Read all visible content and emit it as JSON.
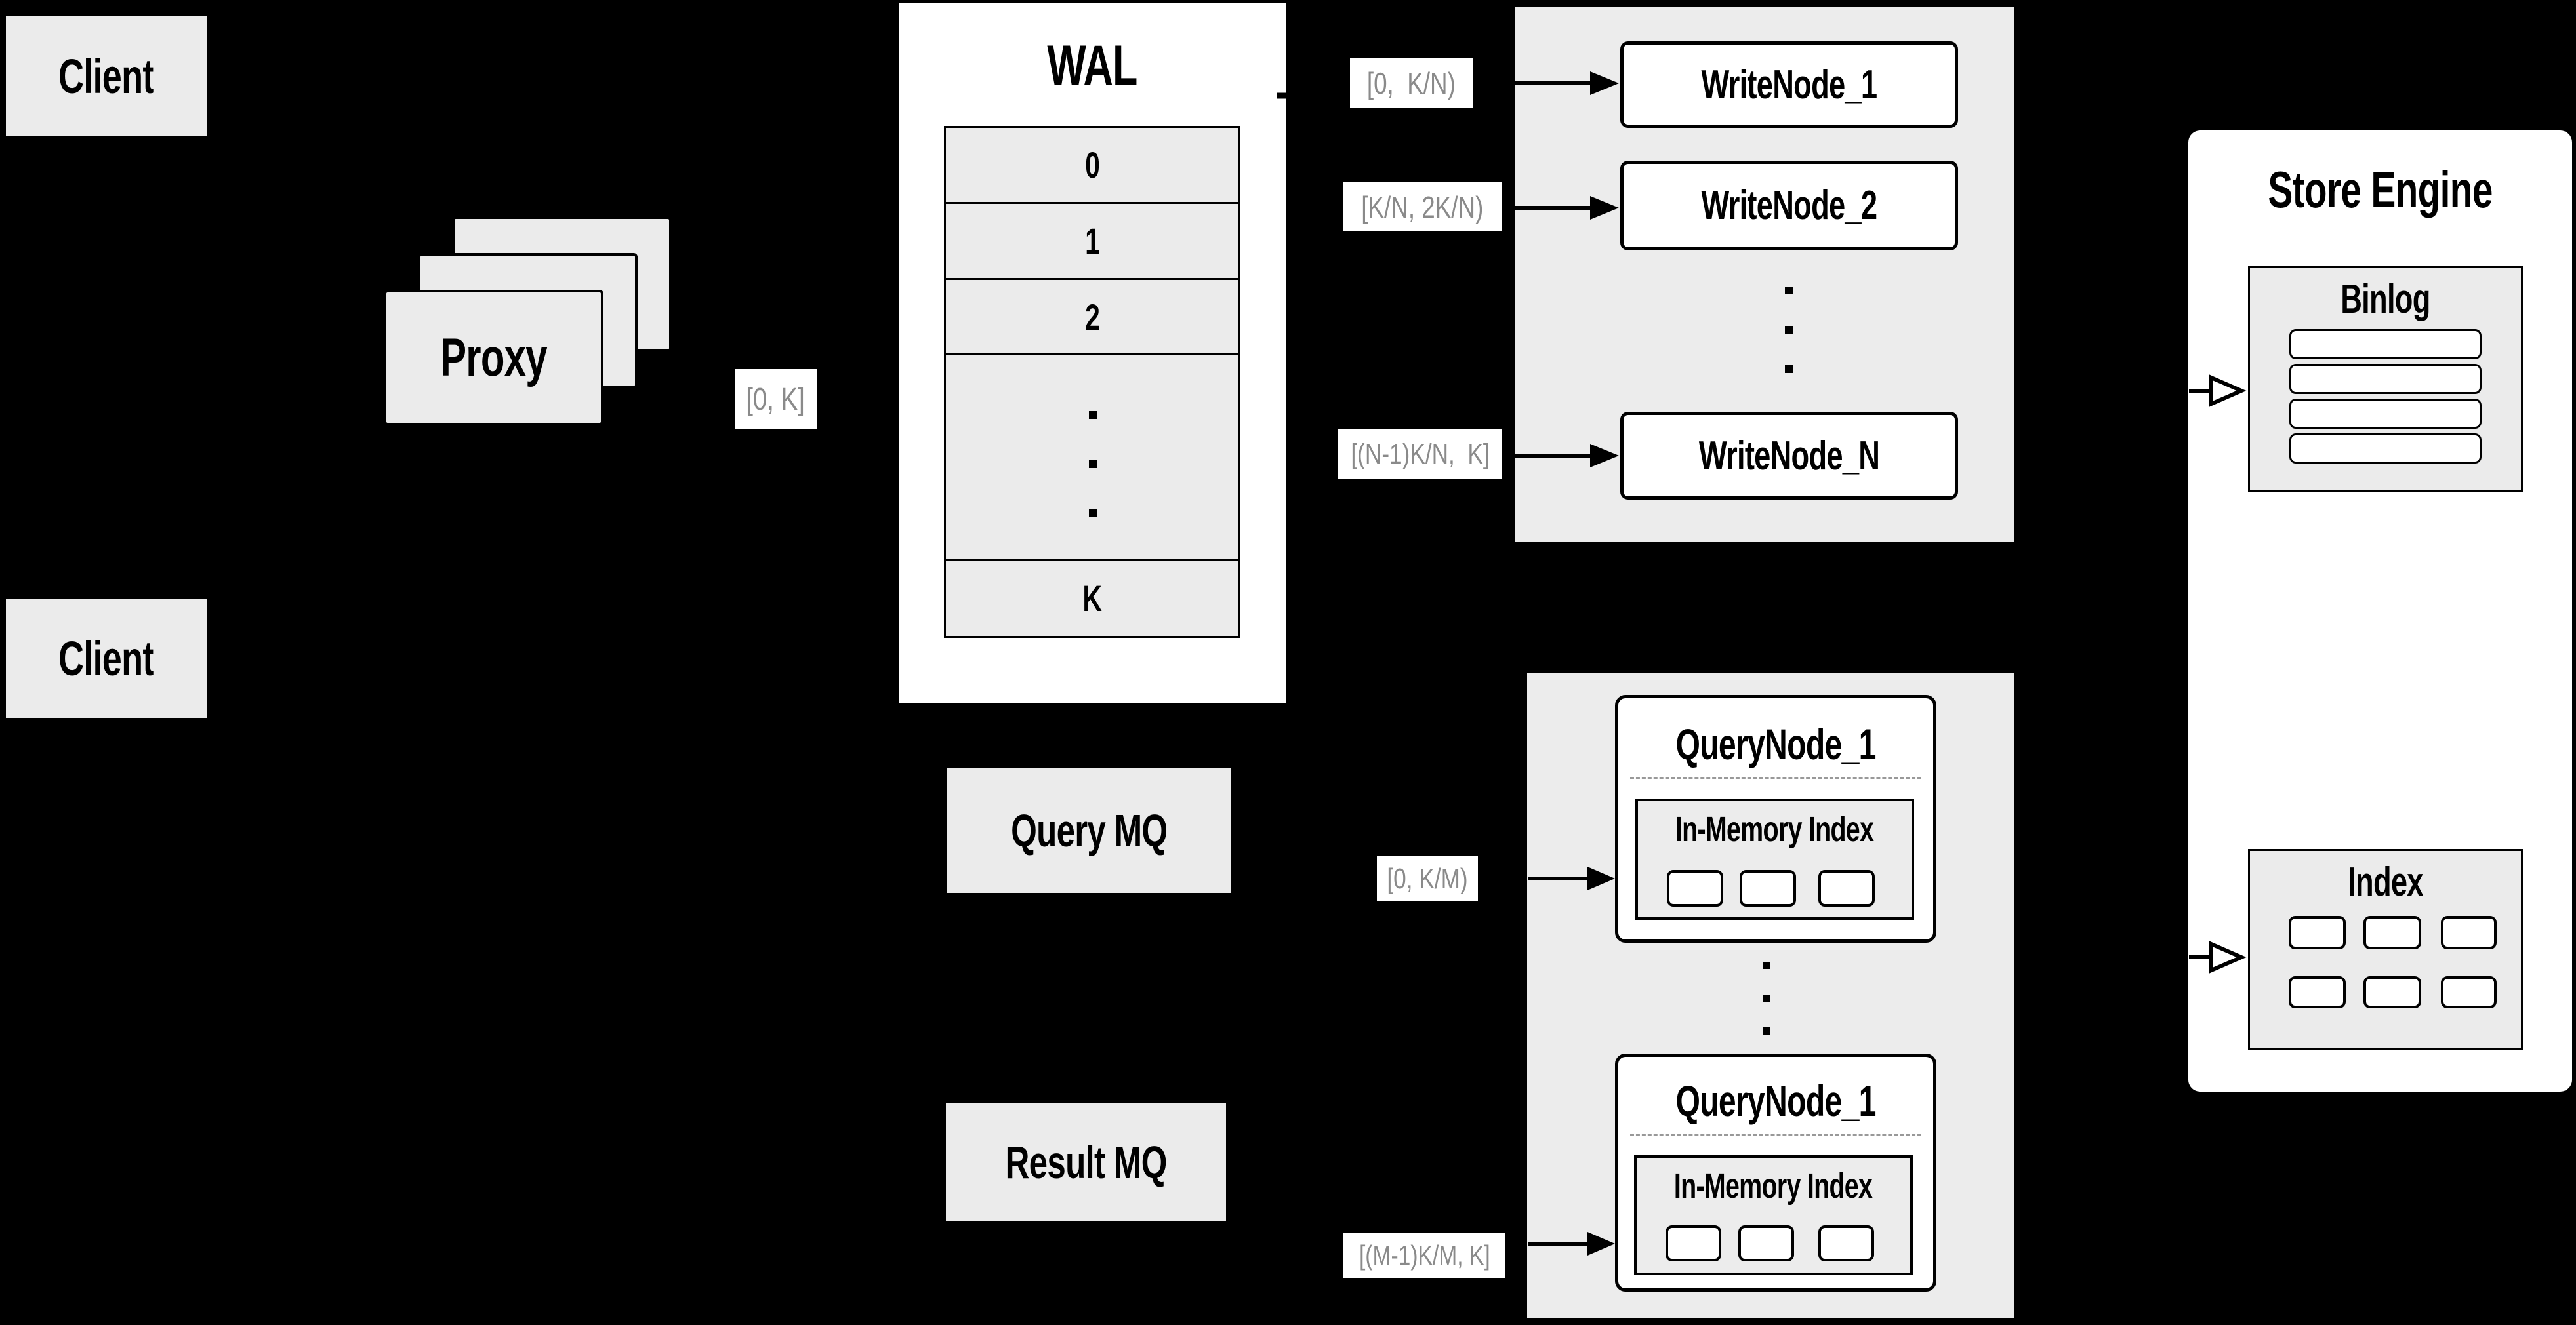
{
  "colors": {
    "background": "#000000",
    "box_gray": "#ebebeb",
    "group_gray": "#ececec",
    "box_white": "#ffffff",
    "line_black": "#000000",
    "label_text_gray": "#8a8a8a"
  },
  "client_top": {
    "label": "Client"
  },
  "client_bottom": {
    "label": "Client"
  },
  "proxy": {
    "label": "Proxy"
  },
  "range_labels": {
    "proxy_to_wal": "[0, K]",
    "write_1": "[0,  K/N)",
    "write_2": "[K/N, 2K/N)",
    "write_n": "[(N-1)K/N,  K]",
    "query_1": "[0, K/M)",
    "query_m": "[(M-1)K/M, K]"
  },
  "wal": {
    "title": "WAL",
    "segments": [
      "0",
      "1",
      "2",
      "K"
    ]
  },
  "write_group": {
    "nodes": [
      "WriteNode_1",
      "WriteNode_2",
      "WriteNode_N"
    ]
  },
  "mq": {
    "query": "Query MQ",
    "result": "Result MQ"
  },
  "query_group": {
    "nodes": [
      {
        "title": "QueryNode_1",
        "index_title": "In-Memory Index"
      },
      {
        "title": "QueryNode_1",
        "index_title": "In-Memory Index"
      }
    ]
  },
  "store_engine": {
    "title": "Store Engine",
    "binlog_title": "Binlog",
    "index_title": "Index"
  }
}
